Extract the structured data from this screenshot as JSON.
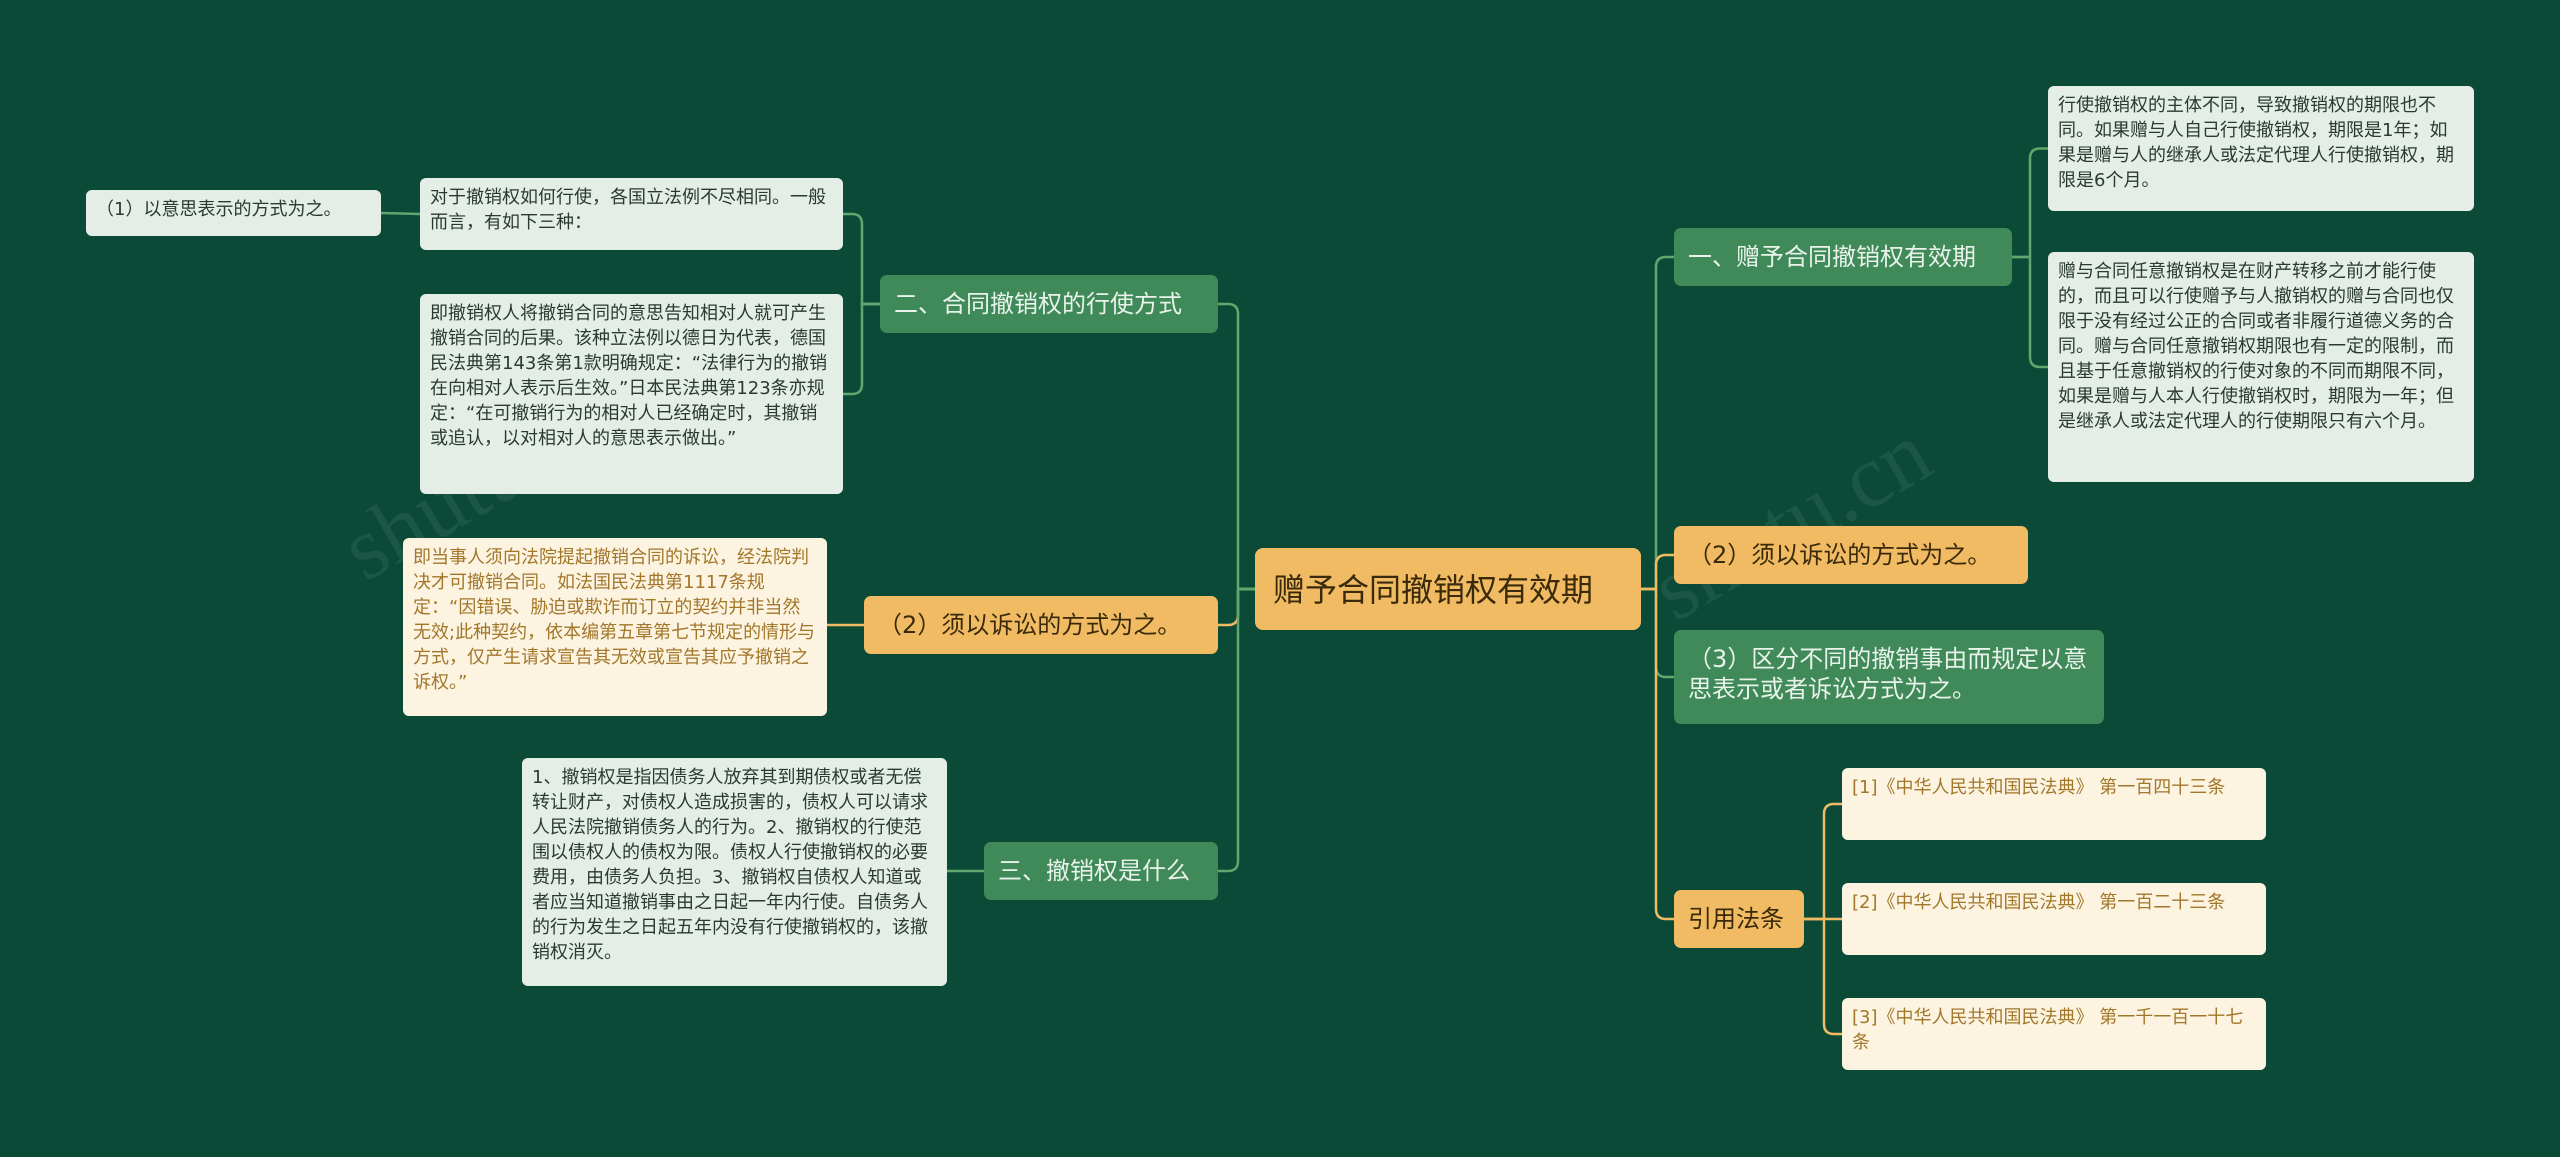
{
  "root": {
    "label": "赠予合同撤销权有效期"
  },
  "left": {
    "b2": {
      "label": "二、合同撤销权的行使方式",
      "detail_a": "对于撤销权如何行使，各国立法例不尽相同。一般而言，有如下三种：",
      "detail_a_child": "（1）以意思表示的方式为之。",
      "detail_b": "即撤销权人将撤销合同的意思告知相对人就可产生撤销合同的后果。该种立法例以德日为代表，德国民法典第143条第1款明确规定：“法律行为的撤销在向相对人表示后生效。”日本民法典第123条亦规定：“在可撤销行为的相对人已经确定时，其撤销或追认，以对相对人的意思表示做出。”"
    },
    "b2_2": {
      "label": "（2）须以诉讼的方式为之。",
      "detail": "即当事人须向法院提起撤销合同的诉讼，经法院判决才可撤销合同。如法国民法典第1117条规定：“因错误、胁迫或欺诈而订立的契约并非当然无效;此种契约，依本编第五章第七节规定的情形与方式，仅产生请求宣告其无效或宣告其应予撤销之诉权。”"
    },
    "b3": {
      "label": "三、撤销权是什么",
      "detail": "1、撤销权是指因债务人放弃其到期债权或者无偿转让财产，对债权人造成损害的，债权人可以请求人民法院撤销债务人的行为。2、撤销权的行使范围以债权人的债权为限。债权人行使撤销权的必要费用，由债务人负担。3、撤销权自债权人知道或者应当知道撤销事由之日起一年内行使。自债务人的行为发生之日起五年内没有行使撤销权的，该撤销权消灭。"
    }
  },
  "right": {
    "b1": {
      "label": "一、赠予合同撤销权有效期",
      "detail_a": "行使撤销权的主体不同，导致撤销权的期限也不同。如果赠与人自己行使撤销权，期限是1年；如果是赠与人的继承人或法定代理人行使撤销权，期限是6个月。",
      "detail_b": "赠与合同任意撤销权是在财产转移之前才能行使的，而且可以行使赠予与人撤销权的赠与合同也仅限于没有经过公正的合同或者非履行道德义务的合同。赠与合同任意撤销权期限也有一定的限制，而且基于任意撤销权的行使对象的不同而期限不同，如果是赠与人本人行使撤销权时，期限为一年；但是继承人或法定代理人的行使期限只有六个月。"
    },
    "r2": {
      "label": "（2）须以诉讼的方式为之。"
    },
    "r3": {
      "label": "（3）区分不同的撤销事由而规定以意思表示或者诉讼方式为之。"
    },
    "refs": {
      "label": "引用法条",
      "items": [
        "[1]《中华人民共和国民法典》 第一百四十三条",
        "[2]《中华人民共和国民法典》 第一百二十三条",
        "[3]《中华人民共和国民法典》 第一千一百一十七条"
      ]
    }
  },
  "colors": {
    "background": "#0b4a37",
    "root": "#f0bb63",
    "branch_green": "#3f8a58",
    "leaf_light": "#e4eee7",
    "leaf_cream": "#fcf3e1",
    "line_green": "#5ea86e",
    "line_yellow": "#f0bb63"
  }
}
